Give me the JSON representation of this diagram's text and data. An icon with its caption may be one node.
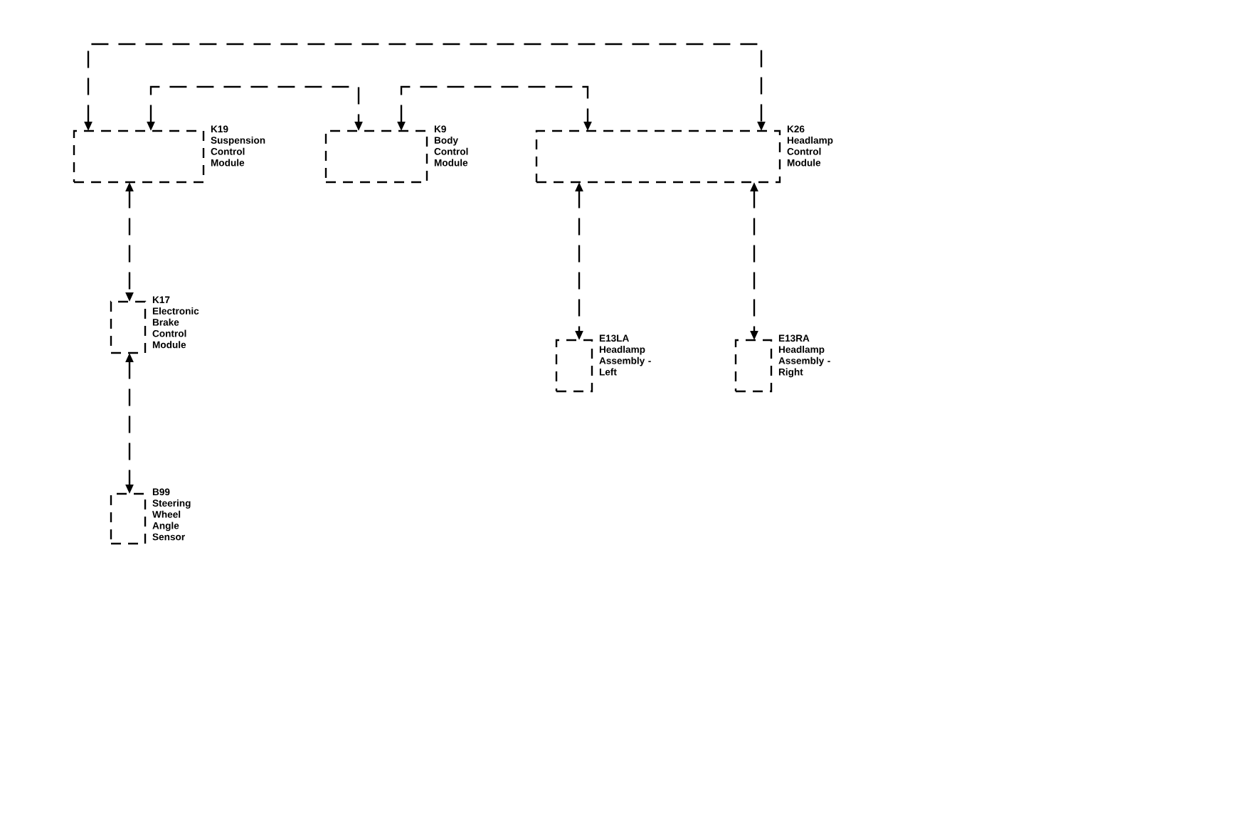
{
  "diagram": {
    "nodes": [
      {
        "text": [
          "K19",
          "Suspension Control Module"
        ]
      },
      {
        "text": [
          "K9",
          "Body Control Module"
        ]
      },
      {
        "text": [
          "K26",
          "Headlamp Control Module"
        ]
      },
      {
        "text": [
          "K17",
          "Electronic Brake Control Module"
        ]
      },
      {
        "text": [
          "E13LA",
          "Headlamp Assembly - Left"
        ]
      },
      {
        "text": [
          "E13RA",
          "Headlamp Assembly - Right"
        ]
      },
      {
        "text": [
          "B99",
          "Steering Wheel Angle Sensor"
        ]
      }
    ],
    "edges": [
      {
        "from": 0,
        "to": 2,
        "arrow": "both"
      },
      {
        "from": 0,
        "to": 1,
        "arrow": "both"
      },
      {
        "from": 1,
        "to": 2,
        "arrow": "both"
      },
      {
        "from": 0,
        "to": 3,
        "arrow": "both"
      },
      {
        "from": 3,
        "to": 6,
        "arrow": "both"
      },
      {
        "from": 2,
        "to": 4,
        "arrow": "both"
      },
      {
        "from": 2,
        "to": 5,
        "arrow": "both"
      }
    ]
  }
}
